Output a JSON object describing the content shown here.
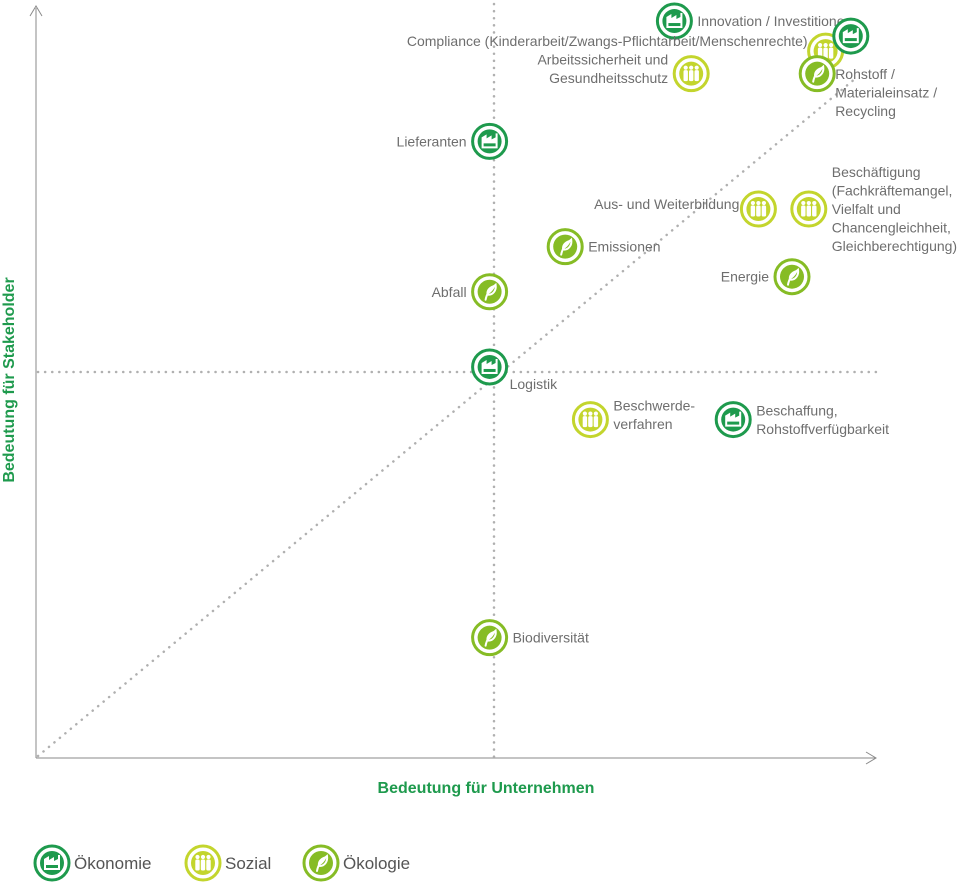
{
  "chart_data": {
    "type": "scatter",
    "xlabel": "Bedeutung für Unternehmen",
    "ylabel": "Bedeutung für Stakeholder",
    "categories": [
      {
        "key": "oekonomie",
        "name": "Ökonomie",
        "color": "#1e9a4d",
        "icon": "factory-icon"
      },
      {
        "key": "sozial",
        "name": "Sozial",
        "color": "#c3d52d",
        "icon": "people-icon"
      },
      {
        "key": "oekologie",
        "name": "Ökologie",
        "color": "#86bc25",
        "icon": "leaf-icon"
      }
    ],
    "points": [
      {
        "label": [
          "Innovation / Investitionen"
        ],
        "category": "oekonomie",
        "x": 0.76,
        "y": 0.98
      },
      {
        "label": [
          "Compliance (Kinderarbeit/Zwangs-Pflichtarbeit/Menschenrechte)"
        ],
        "category": "sozial",
        "x": 0.94,
        "y": 0.94
      },
      {
        "label": [],
        "category": "oekonomie",
        "x": 0.97,
        "y": 0.96
      },
      {
        "label": [
          "Arbeitssicherheit und",
          "Gesundheitsschutz"
        ],
        "category": "sozial",
        "x": 0.78,
        "y": 0.91
      },
      {
        "label": [
          "Rohstoff /",
          "Materialeinsatz /",
          "Recycling"
        ],
        "category": "oekologie",
        "x": 0.93,
        "y": 0.91
      },
      {
        "label": [
          "Lieferanten"
        ],
        "category": "oekonomie",
        "x": 0.54,
        "y": 0.82
      },
      {
        "label": [
          "Aus- und Weiterbildung"
        ],
        "category": "sozial",
        "x": 0.86,
        "y": 0.73
      },
      {
        "label": [
          "Beschäftigung",
          "(Fachkräftemangel,",
          "Vielfalt und",
          "Chancengleichheit,",
          "Gleichberechtigung)"
        ],
        "category": "sozial",
        "x": 0.92,
        "y": 0.73
      },
      {
        "label": [
          "Emissionen"
        ],
        "category": "oekologie",
        "x": 0.63,
        "y": 0.68
      },
      {
        "label": [
          "Energie"
        ],
        "category": "oekologie",
        "x": 0.9,
        "y": 0.64
      },
      {
        "label": [
          "Abfall"
        ],
        "category": "oekologie",
        "x": 0.54,
        "y": 0.62
      },
      {
        "label": [
          "Logistik"
        ],
        "category": "oekonomie",
        "x": 0.54,
        "y": 0.52
      },
      {
        "label": [
          "Beschwerde-",
          "verfahren"
        ],
        "category": "sozial",
        "x": 0.66,
        "y": 0.45
      },
      {
        "label": [
          "Beschaffung,",
          "Rohstoffverfügbarkeit"
        ],
        "category": "oekonomie",
        "x": 0.83,
        "y": 0.45
      },
      {
        "label": [
          "Biodiversität"
        ],
        "category": "oekologie",
        "x": 0.54,
        "y": 0.16
      }
    ]
  }
}
